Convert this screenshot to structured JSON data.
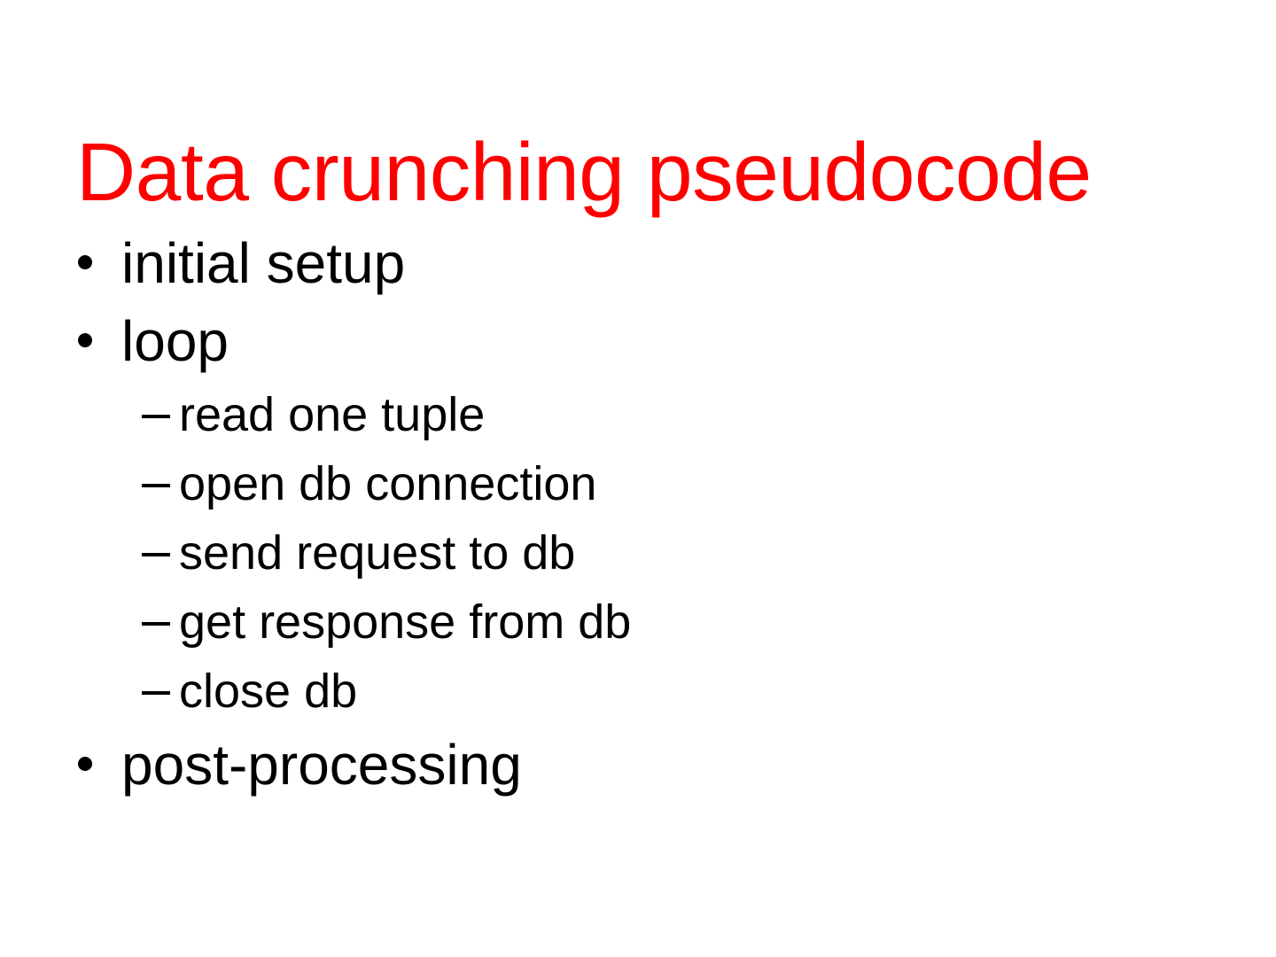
{
  "slide": {
    "title": "Data crunching pseudocode",
    "title_color": "#ff0000",
    "body_color": "#000000",
    "background_color": "#ffffff",
    "bullet_marker_icon": "filled-round-bullet-icon",
    "subbullet_marker_icon": "en-dash-bullet-icon",
    "items": [
      {
        "level": 1,
        "text": "initial setup"
      },
      {
        "level": 1,
        "text": "loop"
      },
      {
        "level": 2,
        "text": "read one tuple"
      },
      {
        "level": 2,
        "text": "open db connection"
      },
      {
        "level": 2,
        "text": "send request to db"
      },
      {
        "level": 2,
        "text": "get response from db"
      },
      {
        "level": 2,
        "text": "close db"
      },
      {
        "level": 1,
        "text": "post-processing"
      }
    ]
  }
}
